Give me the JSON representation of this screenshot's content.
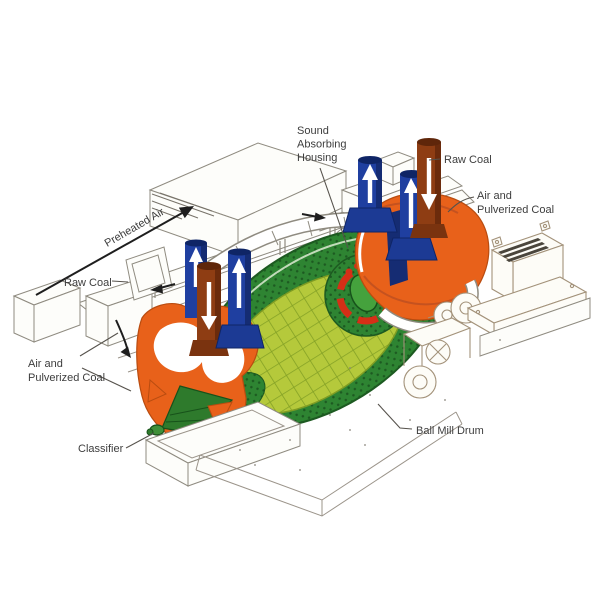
{
  "diagram": {
    "subject": "Ball mill coal pulverizer cutaway illustration",
    "labels": {
      "sound_absorbing_housing": {
        "line1": "Sound",
        "line2": "Absorbing",
        "line3": "Housing"
      },
      "raw_coal_right": "Raw Coal",
      "air_and_pulverized_coal_right": {
        "line1": "Air and",
        "line2": "Pulverized Coal"
      },
      "preheated_air": "Preheated Air",
      "raw_coal_left": "Raw Coal",
      "air_and_pulverized_coal_left": {
        "line1": "Air and",
        "line2": "Pulverized Coal"
      },
      "classifier": "Classifier",
      "ball_mill_drum": "Ball Mill Drum"
    },
    "colors": {
      "orange_housing": "#E8611A",
      "orange_shade": "#B94C10",
      "blue_pipe": "#1F3FA0",
      "blue_dark": "#152C73",
      "brown_pipe": "#8E3D13",
      "brown_dark": "#6B2B0C",
      "drum_dark_green": "#2E8432",
      "drum_dot_green": "#1D5A21",
      "drum_mesh_green": "#B5C93B",
      "mesh_line_green": "#7E9C23",
      "coupling_red": "#D52F17",
      "label_text": "#3D3D3D"
    }
  }
}
